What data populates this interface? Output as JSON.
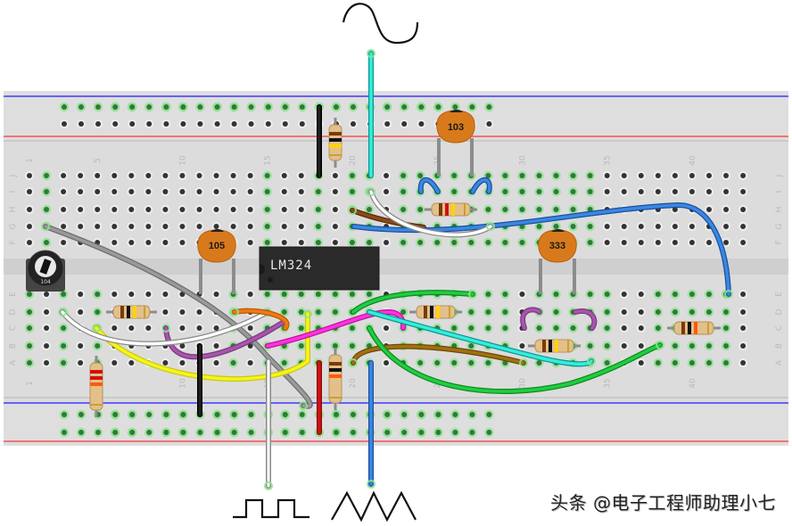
{
  "title": "LM324 waveform generator breadboard layout",
  "breadboard": {
    "columns": 43,
    "column_labels": [
      "1",
      "5",
      "10",
      "15",
      "20",
      "25",
      "30",
      "35",
      "40"
    ],
    "row_labels_top": [
      "J",
      "I",
      "H",
      "G",
      "F"
    ],
    "row_labels_bottom": [
      "E",
      "D",
      "C",
      "B",
      "A"
    ],
    "colors": {
      "board": "#dcdcdc",
      "rail_blue": "#1a1aff",
      "rail_red": "#ff3333",
      "hole": "#333333",
      "hole_connected": "#2f7a3a",
      "hole_glow": "#8ee28e"
    }
  },
  "components": {
    "ic": {
      "label": "LM324",
      "pins": 14
    },
    "capacitors": [
      {
        "id": "c1",
        "label": "105"
      },
      {
        "id": "c2",
        "label": "103"
      },
      {
        "id": "c3",
        "label": "333"
      }
    ],
    "resistors": [
      {
        "id": "r1",
        "bands": [
          "brown",
          "black",
          "yellow"
        ]
      },
      {
        "id": "r2",
        "bands": [
          "red",
          "red",
          "orange"
        ]
      },
      {
        "id": "r3",
        "bands": [
          "brown",
          "black",
          "yellow"
        ]
      },
      {
        "id": "r4",
        "bands": [
          "brown",
          "black",
          "orange"
        ]
      },
      {
        "id": "r5",
        "bands": [
          "brown",
          "red",
          "yellow"
        ]
      },
      {
        "id": "r6",
        "bands": [
          "brown",
          "black",
          "yellow"
        ]
      },
      {
        "id": "r7",
        "bands": [
          "brown",
          "black",
          "yellow"
        ]
      },
      {
        "id": "r8",
        "bands": [
          "brown",
          "black",
          "orange"
        ]
      }
    ],
    "potentiometer": {
      "label": "104"
    }
  },
  "outputs": {
    "sine": {
      "symbol": "sine-wave"
    },
    "square": {
      "symbol": "square-wave"
    },
    "triangle": {
      "symbol": "triangle-wave"
    }
  },
  "wire_colors": {
    "cyan": "#2ee6d6",
    "blue": "#2f7fd8",
    "white": "#ffffff",
    "gray": "#8c8c8c",
    "black": "#151515",
    "red": "#cc1111",
    "yellow": "#f5f51a",
    "purple": "#9b4aa0",
    "orange": "#e8740c",
    "magenta": "#ff2ad4",
    "green": "#1ec23a",
    "brown": "#8a4a18",
    "olive": "#9a6a10"
  },
  "watermark": "头条 @电子工程师助理小七"
}
